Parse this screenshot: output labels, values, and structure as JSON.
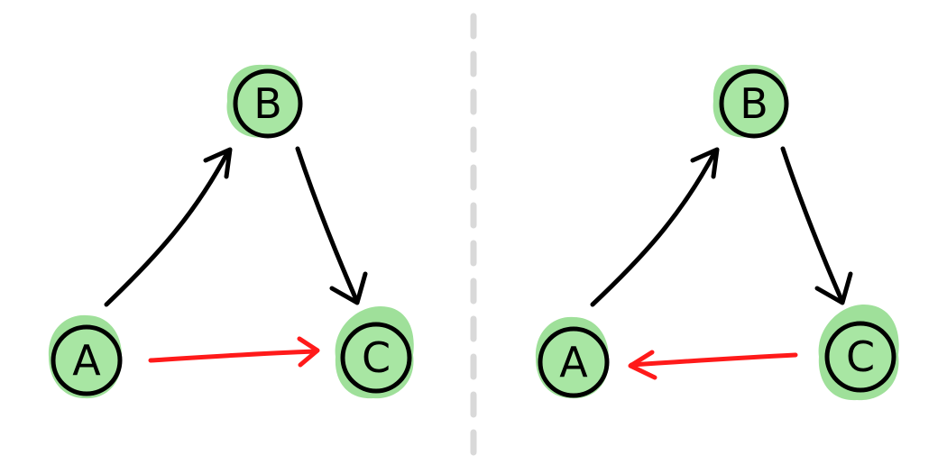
{
  "colors": {
    "node_fill": "#a8e6a3",
    "node_smudge": "#9fe09a",
    "stroke": "#000000",
    "highlight_edge": "#ff1a1a",
    "divider": "#d9d9d9"
  },
  "diagrams": [
    {
      "id": "left",
      "nodes": [
        {
          "id": "A",
          "label": "A"
        },
        {
          "id": "B",
          "label": "B"
        },
        {
          "id": "C",
          "label": "C"
        }
      ],
      "edges": [
        {
          "from": "A",
          "to": "B",
          "highlight": false
        },
        {
          "from": "B",
          "to": "C",
          "highlight": false
        },
        {
          "from": "A",
          "to": "C",
          "highlight": true
        }
      ]
    },
    {
      "id": "right",
      "nodes": [
        {
          "id": "A",
          "label": "A"
        },
        {
          "id": "B",
          "label": "B"
        },
        {
          "id": "C",
          "label": "C"
        }
      ],
      "edges": [
        {
          "from": "A",
          "to": "B",
          "highlight": false
        },
        {
          "from": "B",
          "to": "C",
          "highlight": false
        },
        {
          "from": "C",
          "to": "A",
          "highlight": true
        }
      ]
    }
  ]
}
